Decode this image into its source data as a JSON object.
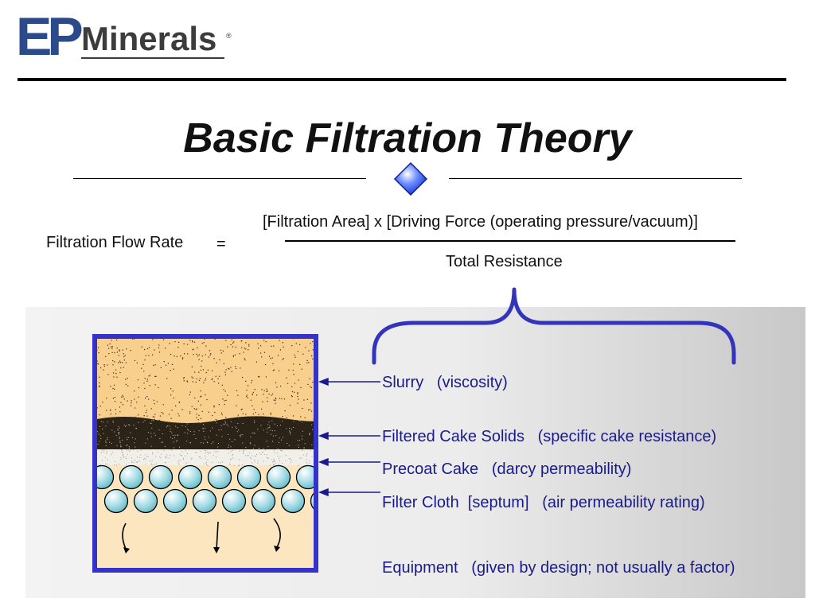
{
  "logo": {
    "mark": "EP",
    "name": "Minerals",
    "registered": "®"
  },
  "title": "Basic Filtration Theory",
  "formula": {
    "lhs": "Filtration Flow Rate",
    "equals": "=",
    "numerator": "[Filtration Area] x [Driving Force (operating pressure/vacuum)]",
    "denominator": "Total Resistance"
  },
  "layers": [
    {
      "name": "Slurry",
      "property": "(viscosity)"
    },
    {
      "name": "Filtered Cake Solids",
      "property": "(specific cake resistance)"
    },
    {
      "name": "Precoat Cake",
      "property": "(darcy permeability)"
    },
    {
      "name": "Filter Cloth  [septum]",
      "property": "(air permeability rating)"
    },
    {
      "name": "Equipment",
      "property": "(given by design; not usually a factor)"
    }
  ],
  "colors": {
    "brand_blue": "#2b4a8c",
    "label_blue": "#1a1a8c",
    "frame_blue": "#3333cc",
    "slurry": "#f8cf8c",
    "filtrate": "#fbe6c0",
    "sphere": "#a8dde6"
  }
}
